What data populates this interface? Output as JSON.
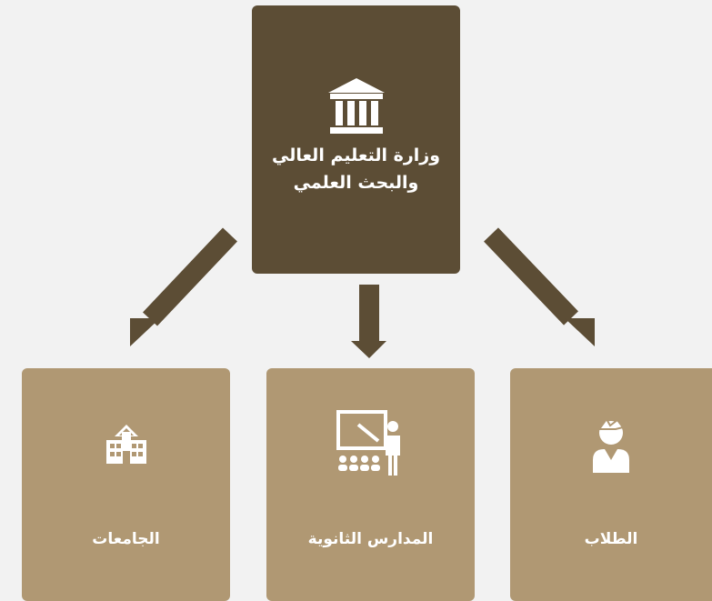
{
  "top": {
    "line1": "وزارة التعليم العالي",
    "line2": "والبحث العلمي",
    "icon": "government-building-icon"
  },
  "boxes": [
    {
      "label": "الجامعات",
      "icon": "university-building-icon"
    },
    {
      "label": "المدارس الثانوية",
      "icon": "teacher-classroom-icon"
    },
    {
      "label": "الطلاب",
      "icon": "student-icon"
    }
  ],
  "colors": {
    "background": "#f2f2f2",
    "dark": "#5c4d35",
    "light": "#b09873",
    "text": "#ffffff"
  }
}
